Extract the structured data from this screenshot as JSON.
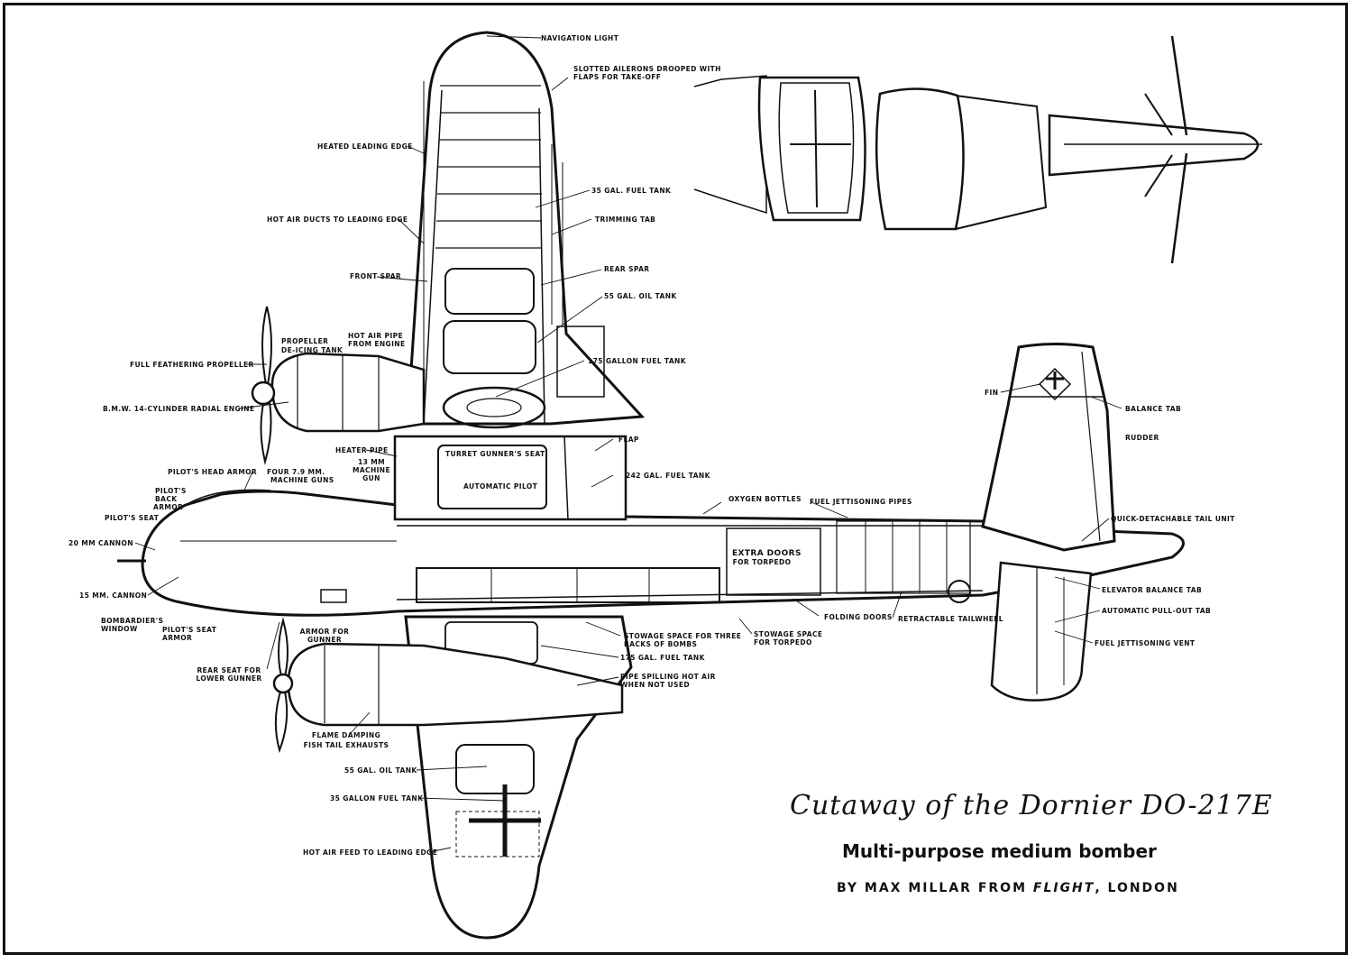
{
  "caption": {
    "title": "Cutaway of the Dornier DO-217E",
    "subtitle": "Multi-purpose medium bomber",
    "byline_prefix": "BY MAX MILLAR FROM ",
    "byline_pub": "FLIGHT",
    "byline_suffix": ", LONDON"
  },
  "labels": {
    "navigation_light": "NAVIGATION LIGHT",
    "slotted_ailerons": "SLOTTED AILERONS DROOPED WITH",
    "slotted_ailerons_2": "FLAPS FOR TAKE-OFF",
    "heated_leading_edge": "HEATED LEADING EDGE",
    "fuel_35_top": "35 GAL. FUEL TANK",
    "hot_air_ducts": "HOT AIR DUCTS TO LEADING EDGE",
    "trimming_tab": "TRIMMING TAB",
    "front_spar": "FRONT SPAR",
    "rear_spar": "REAR SPAR",
    "oil_55_top": "55 GAL. OIL TANK",
    "propeller_deicing": "PROPELLER",
    "propeller_deicing_2": "DE-ICING TANK",
    "hot_air_pipe": "HOT AIR PIPE",
    "hot_air_pipe_2": "FROM ENGINE",
    "fuel_175_top": "175 GALLON FUEL TANK",
    "full_feathering": "FULL FEATHERING PROPELLER",
    "bmw_engine": "B.M.W. 14-CYLINDER RADIAL ENGINE",
    "fin": "FIN",
    "balance_tab": "BALANCE TAB",
    "rudder": "RUDDER",
    "heater_pipe": "HEATER PIPE",
    "turret_gunner": "TURRET GUNNER'S SEAT",
    "flap": "FLAP",
    "mg_13": "13 MM",
    "mg_13_2": "MACHINE",
    "mg_13_3": "GUN",
    "fuel_242": "242 GAL. FUEL TANK",
    "pilots_head_armor": "PILOT'S HEAD ARMOR",
    "four_mg": "FOUR 7.9 MM.",
    "four_mg_2": "MACHINE GUNS",
    "automatic_pilot": "AUTOMATIC PILOT",
    "pilots_back_armor": "PILOT'S",
    "pilots_back_armor_2": "BACK",
    "pilots_back_armor_3": "ARMOR",
    "oxygen_bottles": "OXYGEN BOTTLES",
    "fuel_jettisoning_pipes": "FUEL JETTISONING PIPES",
    "pilots_seat": "PILOT'S SEAT",
    "quick_detachable": "QUICK-DETACHABLE TAIL UNIT",
    "cannon_20": "20 MM CANNON",
    "extra_doors": "EXTRA DOORS",
    "extra_doors_2": "FOR TORPEDO",
    "cannon_15": "15 MM. CANNON",
    "elevator_balance": "ELEVATOR BALANCE TAB",
    "folding_doors": "FOLDING DOORS",
    "retractable_tailwheel": "RETRACTABLE TAILWHEEL",
    "automatic_pullout": "AUTOMATIC PULL-OUT TAB",
    "bombardiers_window": "BOMBARDIER'S",
    "bombardiers_window_2": "WINDOW",
    "pilots_seat_armor": "PILOT'S SEAT",
    "pilots_seat_armor_2": "ARMOR",
    "armor_gunner": "ARMOR FOR",
    "armor_gunner_2": "GUNNER",
    "stowage_bombs": "STOWAGE SPACE FOR THREE",
    "stowage_bombs_2": "RACKS OF BOMBS",
    "stowage_torpedo": "STOWAGE SPACE",
    "stowage_torpedo_2": "FOR TORPEDO",
    "fuel_jettisoning_vent": "FUEL JETTISONING VENT",
    "rear_seat": "REAR SEAT FOR",
    "rear_seat_2": "LOWER GUNNER",
    "fuel_175_low": "175 GAL. FUEL TANK",
    "pipe_spilling": "PIPE SPILLING HOT AIR",
    "pipe_spilling_2": "WHEN NOT USED",
    "flame_damping": "FLAME DAMPING",
    "flame_damping_2": "FISH TAIL EXHAUSTS",
    "oil_55_low": "55 GAL. OIL TANK",
    "fuel_35_low": "35 GALLON FUEL TANK",
    "hot_air_feed": "HOT AIR FEED TO LEADING EDGE"
  }
}
